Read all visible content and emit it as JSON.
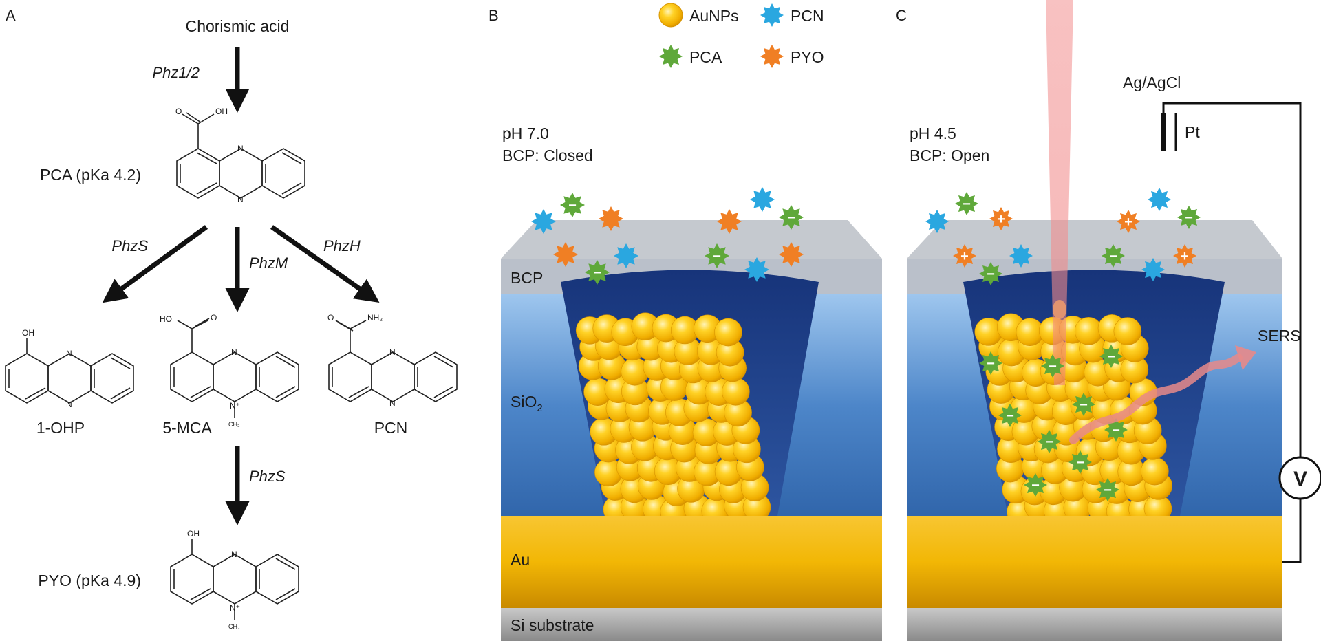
{
  "colors": {
    "gold": "#f2b705",
    "pcn": "#2aa7e0",
    "pca": "#5fa83a",
    "pyo": "#f07f24",
    "laser": "#f08a8a",
    "silica_top": "#8fbbe6",
    "silica_bottom": "#2e62a8",
    "pore": "#1f3f88",
    "bcp": "#c7cbd2",
    "substrate": "#8e8e8e"
  },
  "panelA": {
    "label": "A",
    "start": "Chorismic acid",
    "enzyme_top": "Phz1/2",
    "pca_label": "PCA (pKa 4.2)",
    "enzyme_left": "PhzS",
    "enzyme_mid": "PhzM",
    "enzyme_right": "PhzH",
    "ohp_label": "1-OHP",
    "mca_label": "5-MCA",
    "pcn_label": "PCN",
    "enzyme_bottom": "PhzS",
    "pyo_label": "PYO (pKa 4.9)",
    "atoms": {
      "N": "N",
      "O": "O",
      "OH": "OH",
      "HO": "HO",
      "NH2": "NH₂",
      "Nplus": "N⁺",
      "CH3": "CH₃"
    }
  },
  "legend": {
    "items": [
      {
        "label": "AuNPs",
        "icon": "gold-sphere-icon"
      },
      {
        "label": "PCN",
        "icon": "blue-star-icon"
      },
      {
        "label": "PCA",
        "icon": "green-star-icon"
      },
      {
        "label": "PYO",
        "icon": "orange-star-icon"
      }
    ]
  },
  "panelB": {
    "label": "B",
    "ph": "pH 7.0",
    "bcp_state": "BCP: Closed",
    "layer_bcp": "BCP",
    "layer_sio2": "SiO",
    "layer_sio2_sub": "2",
    "layer_au": "Au",
    "layer_si": "Si substrate"
  },
  "panelC": {
    "label": "C",
    "ph": "pH 4.5",
    "bcp_state": "BCP: Open",
    "ref_electrode": "Ag/AgCl",
    "counter_electrode": "Pt",
    "sers": "SERS",
    "voltmeter": "V"
  },
  "charges": {
    "minus": "−",
    "plus": "+"
  }
}
